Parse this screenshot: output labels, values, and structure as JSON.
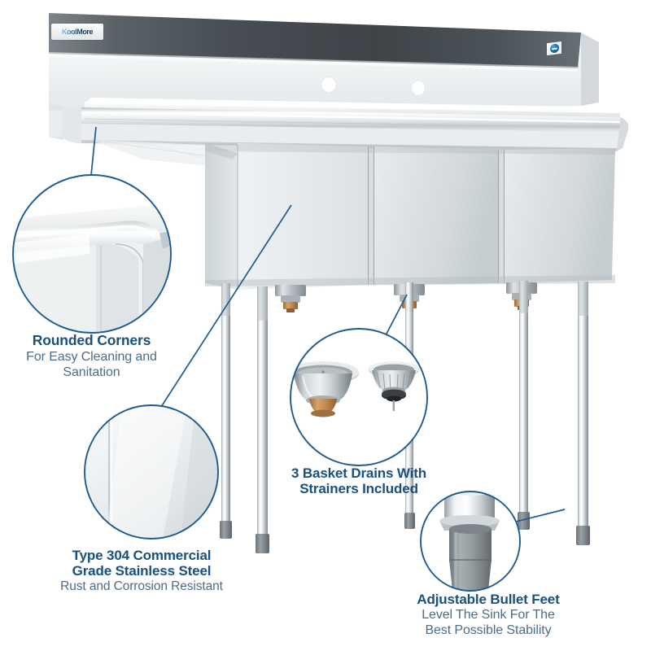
{
  "product": {
    "brand": "KoolMore",
    "type": "3 Compartment Commercial Stainless Steel Sink",
    "backsplash": {
      "faucet_hole_count": 2,
      "emblem": "nsf-certification-emblem"
    },
    "compartment_count": 3,
    "leg_count": 6,
    "drain_count": 3
  },
  "colors": {
    "heading_blue": "#19507e",
    "subtext_blue_grey": "#4d6c87",
    "callout_circle_stroke": "#1b5b8f",
    "leader_line": "#1b5b8f",
    "steel_light": "#f4f6f7",
    "steel_mid": "#d7dcdf",
    "steel_dark": "#8e979c",
    "backsplash_band_dark": "#454b4f",
    "background": "#ffffff"
  },
  "callouts": [
    {
      "id": "rounded-corners",
      "title": "Rounded Corners",
      "sub": "For Easy Cleaning and Sanitation",
      "sub_lines": [
        "For Easy Cleaning and",
        "Sanitation"
      ],
      "detail_image": "rounded-corner-closeup"
    },
    {
      "id": "stainless-steel",
      "title": "Type 304 Commercial Grade Stainless Steel",
      "title_lines": [
        "Type 304 Commercial",
        "Grade Stainless Steel"
      ],
      "sub": "Rust and Corrosion Resistant",
      "sub_lines": [
        "Rust and Corrosion Resistant"
      ],
      "detail_image": "brushed-steel-panel-closeup"
    },
    {
      "id": "basket-drains",
      "title": "3 Basket Drains With Strainers Included",
      "title_lines": [
        "3 Basket Drains With",
        "Strainers Included"
      ],
      "sub": "",
      "sub_lines": [],
      "detail_image": "basket-drain-and-strainer-closeup"
    },
    {
      "id": "bullet-feet",
      "title": "Adjustable Bullet Feet",
      "sub": "Level The Sink For The Best Possible Stability",
      "sub_lines": [
        "Level The Sink For The",
        "Best Possible Stability"
      ],
      "detail_image": "bullet-foot-closeup"
    }
  ]
}
